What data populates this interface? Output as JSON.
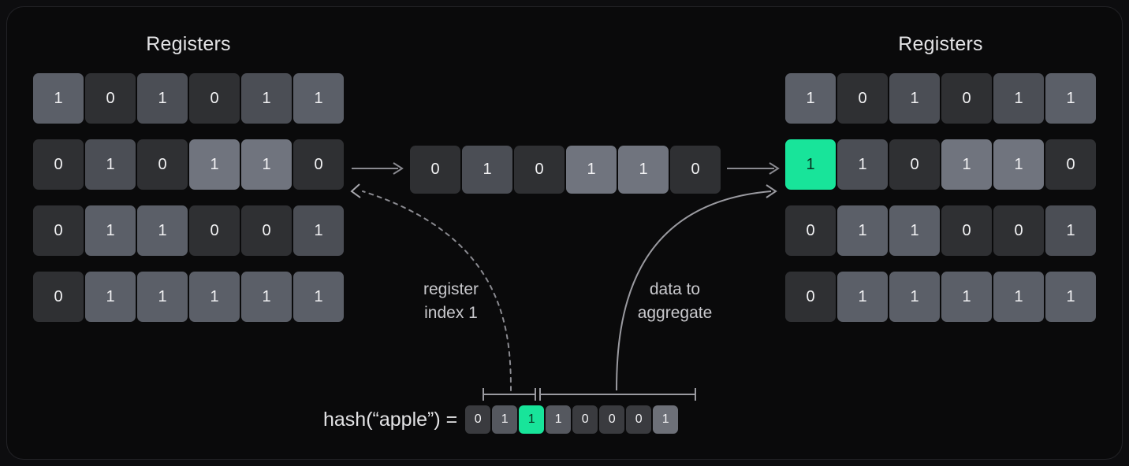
{
  "diagram": {
    "title_left": "Registers",
    "title_right": "Registers",
    "colors": {
      "background": "#0a0a0b",
      "highlight": "#18e49a",
      "cell_zero": "#2f3033",
      "cell_one": "#5b5f68",
      "text": "#f2f2f4",
      "annotation": "#c9c9cd"
    }
  },
  "registers_before": {
    "label": "Registers",
    "rows": [
      {
        "index": 0,
        "bits": [
          1,
          0,
          1,
          0,
          1,
          1
        ],
        "shades": [
          "v1",
          "v0",
          "v1b",
          "v0",
          "v1b",
          "v1"
        ]
      },
      {
        "index": 1,
        "bits": [
          0,
          1,
          0,
          1,
          1,
          0
        ],
        "shades": [
          "v0",
          "v1b",
          "v0",
          "v1c",
          "v1c",
          "v0"
        ]
      },
      {
        "index": 2,
        "bits": [
          0,
          1,
          1,
          0,
          0,
          1
        ],
        "shades": [
          "v0",
          "v1",
          "v1",
          "v0",
          "v0",
          "v1b"
        ]
      },
      {
        "index": 3,
        "bits": [
          0,
          1,
          1,
          1,
          1,
          1
        ],
        "shades": [
          "v0",
          "v1",
          "v1",
          "v1",
          "v1",
          "v1"
        ]
      }
    ]
  },
  "registers_after": {
    "label": "Registers",
    "rows": [
      {
        "index": 0,
        "bits": [
          1,
          0,
          1,
          0,
          1,
          1
        ],
        "shades": [
          "v1",
          "v0",
          "v1b",
          "v0",
          "v1b",
          "v1"
        ],
        "highlight": -1
      },
      {
        "index": 1,
        "bits": [
          1,
          1,
          0,
          1,
          1,
          0
        ],
        "shades": [
          "hl",
          "v1b",
          "v0",
          "v1c",
          "v1c",
          "v0"
        ],
        "highlight": 0
      },
      {
        "index": 2,
        "bits": [
          0,
          1,
          1,
          0,
          0,
          1
        ],
        "shades": [
          "v0",
          "v1",
          "v1",
          "v0",
          "v0",
          "v1b"
        ],
        "highlight": -1
      },
      {
        "index": 3,
        "bits": [
          0,
          1,
          1,
          1,
          1,
          1
        ],
        "shades": [
          "v0",
          "v1",
          "v1",
          "v1",
          "v1",
          "v1"
        ],
        "highlight": -1
      }
    ]
  },
  "selected_register": {
    "bits": [
      0,
      1,
      0,
      1,
      1,
      0
    ],
    "shades": [
      "v0",
      "v1b",
      "v0",
      "v1c",
      "v1c",
      "v0"
    ]
  },
  "hash": {
    "label": "hash(“apple”) =",
    "bits": [
      0,
      1,
      1,
      1,
      0,
      0,
      0,
      1
    ],
    "shades": [
      "v0",
      "v1",
      "hl",
      "v1",
      "v0",
      "v0",
      "v0",
      "v1c"
    ],
    "highlight_index": 2
  },
  "annotations": {
    "register_index": "register\nindex 1",
    "data_to_aggregate": "data to\naggregate"
  },
  "brackets": [
    {
      "name": "index-bits-bracket",
      "from_bit": 0,
      "to_bit": 1
    },
    {
      "name": "data-bits-bracket",
      "from_bit": 2,
      "to_bit": 7
    }
  ]
}
